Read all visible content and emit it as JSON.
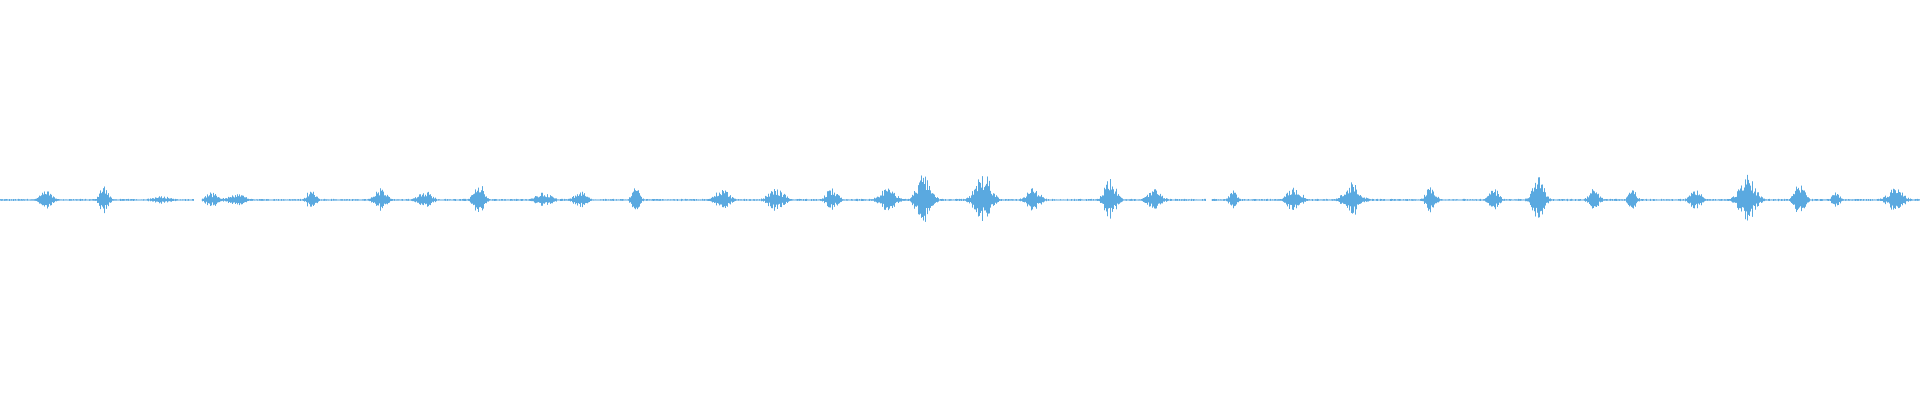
{
  "waveform": {
    "color": "#5aa9e0",
    "background": "#ffffff",
    "baseline_amplitude": 0.004,
    "bursts": [
      {
        "t": 0.024,
        "amp": 0.05,
        "dur": 0.006
      },
      {
        "t": 0.054,
        "amp": 0.09,
        "dur": 0.004
      },
      {
        "t": 0.084,
        "amp": 0.02,
        "dur": 0.01
      },
      {
        "t": 0.11,
        "amp": 0.04,
        "dur": 0.006
      },
      {
        "t": 0.123,
        "amp": 0.03,
        "dur": 0.01
      },
      {
        "t": 0.162,
        "amp": 0.07,
        "dur": 0.004
      },
      {
        "t": 0.198,
        "amp": 0.06,
        "dur": 0.006
      },
      {
        "t": 0.221,
        "amp": 0.05,
        "dur": 0.007
      },
      {
        "t": 0.249,
        "amp": 0.1,
        "dur": 0.005
      },
      {
        "t": 0.283,
        "amp": 0.04,
        "dur": 0.008
      },
      {
        "t": 0.302,
        "amp": 0.05,
        "dur": 0.006
      },
      {
        "t": 0.331,
        "amp": 0.07,
        "dur": 0.004
      },
      {
        "t": 0.376,
        "amp": 0.06,
        "dur": 0.007
      },
      {
        "t": 0.404,
        "amp": 0.06,
        "dur": 0.008
      },
      {
        "t": 0.433,
        "amp": 0.06,
        "dur": 0.006
      },
      {
        "t": 0.462,
        "amp": 0.06,
        "dur": 0.008
      },
      {
        "t": 0.481,
        "amp": 0.14,
        "dur": 0.007
      },
      {
        "t": 0.512,
        "amp": 0.14,
        "dur": 0.008
      },
      {
        "t": 0.538,
        "amp": 0.06,
        "dur": 0.007
      },
      {
        "t": 0.578,
        "amp": 0.11,
        "dur": 0.006
      },
      {
        "t": 0.601,
        "amp": 0.06,
        "dur": 0.007
      },
      {
        "t": 0.642,
        "amp": 0.05,
        "dur": 0.004
      },
      {
        "t": 0.674,
        "amp": 0.07,
        "dur": 0.007
      },
      {
        "t": 0.704,
        "amp": 0.09,
        "dur": 0.008
      },
      {
        "t": 0.745,
        "amp": 0.07,
        "dur": 0.005
      },
      {
        "t": 0.778,
        "amp": 0.06,
        "dur": 0.005
      },
      {
        "t": 0.801,
        "amp": 0.12,
        "dur": 0.006
      },
      {
        "t": 0.83,
        "amp": 0.06,
        "dur": 0.005
      },
      {
        "t": 0.85,
        "amp": 0.06,
        "dur": 0.004
      },
      {
        "t": 0.883,
        "amp": 0.05,
        "dur": 0.006
      },
      {
        "t": 0.91,
        "amp": 0.13,
        "dur": 0.008
      },
      {
        "t": 0.937,
        "amp": 0.1,
        "dur": 0.005
      },
      {
        "t": 0.956,
        "amp": 0.04,
        "dur": 0.004
      },
      {
        "t": 0.987,
        "amp": 0.06,
        "dur": 0.008
      }
    ],
    "gaps": [
      {
        "start": 0.101,
        "end": 0.105
      },
      {
        "start": 0.628,
        "end": 0.631
      }
    ]
  }
}
